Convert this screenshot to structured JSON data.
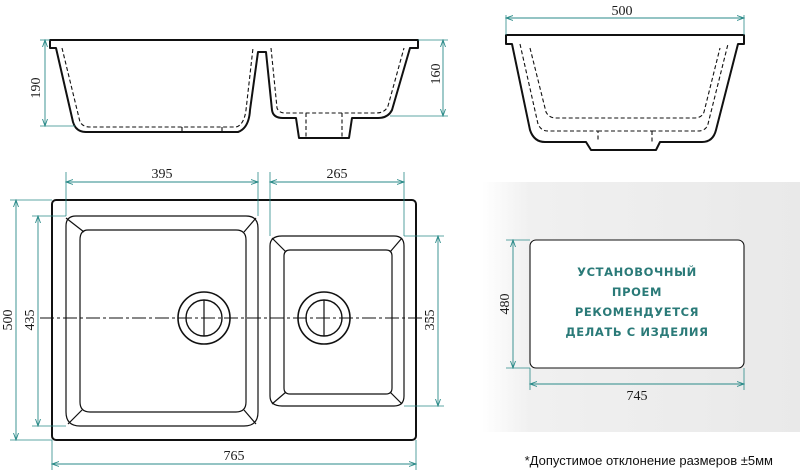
{
  "dimensions": {
    "front_height_large": "190",
    "front_height_small": "160",
    "side_width": "500",
    "top_large_bowl_width": "395",
    "top_small_bowl_width": "265",
    "top_overall_depth": "500",
    "top_large_bowl_depth": "435",
    "top_small_bowl_depth": "355",
    "top_overall_width": "765",
    "cutout_height": "480",
    "cutout_width": "745"
  },
  "cutout_note": {
    "line1": "УСТАНОВОЧНЫЙ",
    "line2": "ПРОЕМ",
    "line3": "РЕКОМЕНДУЕТСЯ",
    "line4": "ДЕЛАТЬ С ИЗДЕЛИЯ"
  },
  "footnote": "*Допустимое отклонение размеров ±5мм",
  "colors": {
    "dimension_teal": "#2a8a88",
    "note_teal": "#2a7a78",
    "line_black": "#111111"
  }
}
